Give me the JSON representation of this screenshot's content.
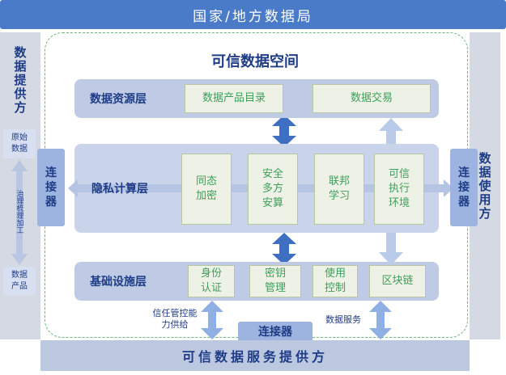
{
  "top_banner": "国家/地方数据局",
  "left_column": {
    "title": "数据提供方",
    "box_top": "原始数据",
    "process_label": "治理梳理加工",
    "box_bottom": "数据产品"
  },
  "right_column": {
    "title": "数据使用方"
  },
  "space_title": "可信数据空间",
  "layers": {
    "resource": {
      "label": "数据资源层",
      "modules": [
        "数据产品目录",
        "数据交易"
      ]
    },
    "privacy": {
      "label": "隐私计算层",
      "modules": [
        "同态加密",
        "安全多方安算",
        "联邦学习",
        "可信执行环境"
      ]
    },
    "infra": {
      "label": "基础设施层",
      "modules": [
        "身份认证",
        "密钥管理",
        "使用控制",
        "区块链"
      ]
    }
  },
  "connectors": {
    "left": "连接器",
    "right": "连接器",
    "bottom": "连接器"
  },
  "notes": {
    "trust_control": "信任管控能力供给",
    "data_service": "数据服务"
  },
  "bottom_banner": "可信数据服务提供方",
  "colors": {
    "banner_blue": "#4a7bc8",
    "layer_blue": "#bfcbe5",
    "module_green_text": "#3d9e5a",
    "dashed_border_green": "#6ab87a"
  }
}
